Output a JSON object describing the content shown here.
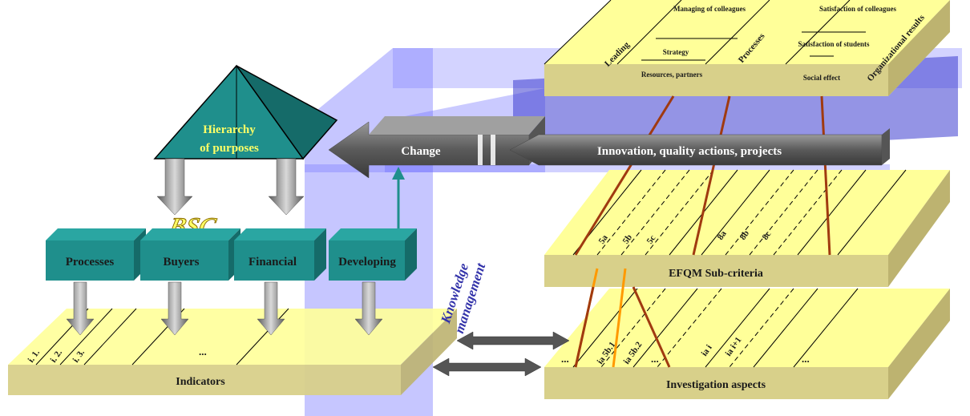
{
  "hierarchy": {
    "line1": "Hierarchy",
    "line2": "of purposes"
  },
  "bsc": "BSC",
  "perspectives": [
    "Processes",
    "Buyers",
    "Financial",
    "Developing"
  ],
  "indicators": {
    "title": "Indicators",
    "items": [
      "i. 1.",
      "i. 2.",
      "i. 3."
    ],
    "ellipsis": "..."
  },
  "change": "Change",
  "innovation": "Innovation, quality actions, projects",
  "knowledge": {
    "line1": "Knowledge",
    "line2": "management"
  },
  "efqm_top": {
    "enablers_label": "Leading",
    "processes_label": "Processes",
    "results_label": "Organizational results",
    "managing": "Managing of colleagues",
    "strategy": "Strategy",
    "resources": "Resources, partners",
    "sat_colleagues": "Satisfaction of colleagues",
    "sat_students": "Satisfaction of students",
    "social": "Social effect"
  },
  "efqm_sub": {
    "title": "EFQM Sub-criteria",
    "items": [
      "5a",
      "5b",
      "5c",
      "8a",
      "8b",
      "8c"
    ]
  },
  "investigation": {
    "title": "Investigation aspects",
    "items": [
      "ia 5b.1",
      "ia 5b.2",
      "ia i",
      "ia i+1"
    ],
    "ellipsis": "..."
  },
  "colors": {
    "teal": "#1f8f8c",
    "teal_dark": "#156b69",
    "plate": "#ffff99",
    "plate_side": "#c8c07a",
    "blue_band": "#6666ff",
    "arrow_gray": "#6e6e6e",
    "brown": "#a03a10",
    "orange": "#ff9900"
  }
}
